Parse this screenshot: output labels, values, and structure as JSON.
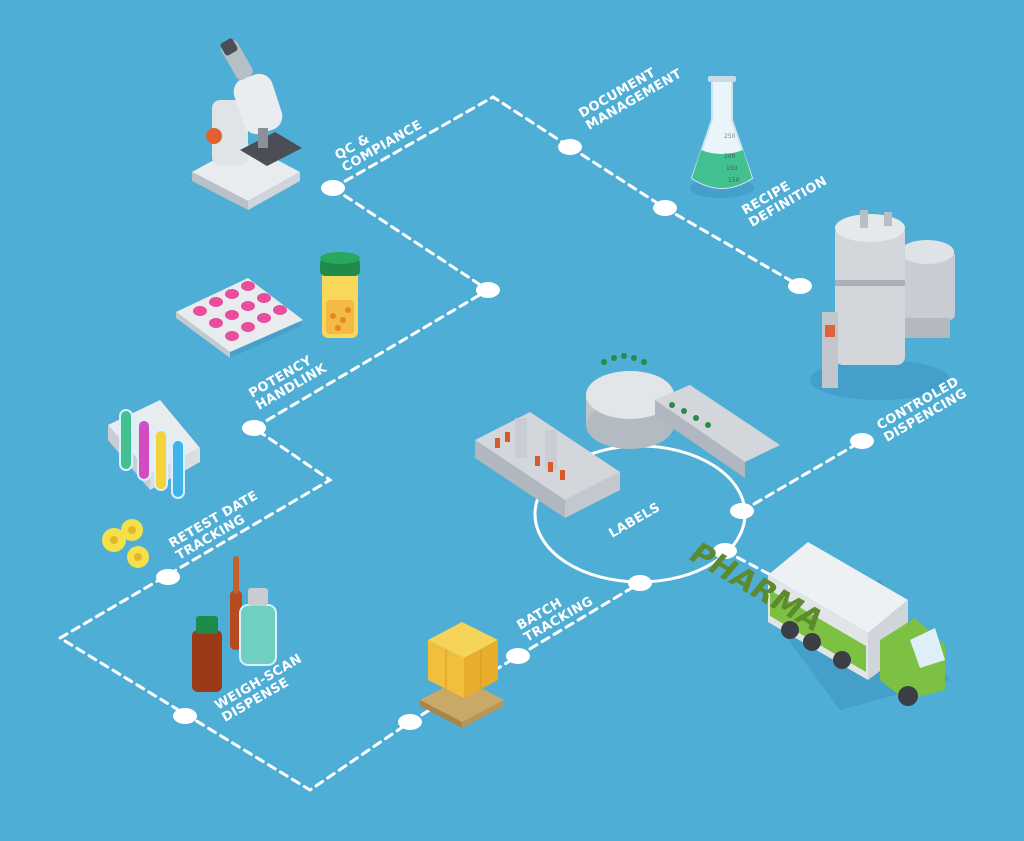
{
  "labels": {
    "qc": [
      "QC &",
      "COMPIANCE"
    ],
    "document": [
      "DOCUMENT",
      "MANAGEMENT"
    ],
    "recipe": [
      "RECIPE",
      "DEFINITION"
    ],
    "potency": [
      "POTENCY",
      "HANDLINK"
    ],
    "retest": [
      "RETEST DATE",
      "TRACKING"
    ],
    "weigh": [
      "WEIGH-SCAN",
      "DISPENSE"
    ],
    "controlled": [
      "CONTROLED",
      "DISPENCING"
    ],
    "labels_center": "LABELS",
    "batch": [
      "BATCH",
      "TRACKING"
    ]
  },
  "truck": {
    "brand": "PHARMA"
  },
  "flask": {
    "marks": [
      "250",
      "200",
      "150",
      "150"
    ]
  },
  "colors": {
    "background": "#4eaed6",
    "path": "#ffffff",
    "truck_green": "#7dc142",
    "machine_grey": "#c9cdd3",
    "vial_amber": "#9a3a16"
  }
}
